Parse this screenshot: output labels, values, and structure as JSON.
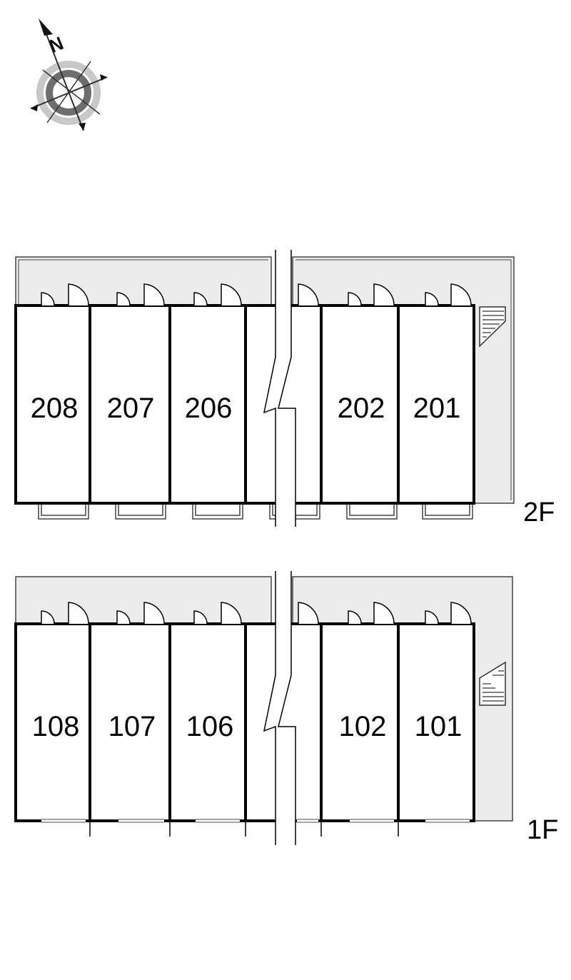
{
  "compass": {
    "north_label": "N"
  },
  "floors": [
    {
      "label": "2F",
      "units": [
        "208",
        "207",
        "206",
        "202",
        "201"
      ]
    },
    {
      "label": "1F",
      "units": [
        "108",
        "107",
        "106",
        "102",
        "101"
      ]
    }
  ]
}
